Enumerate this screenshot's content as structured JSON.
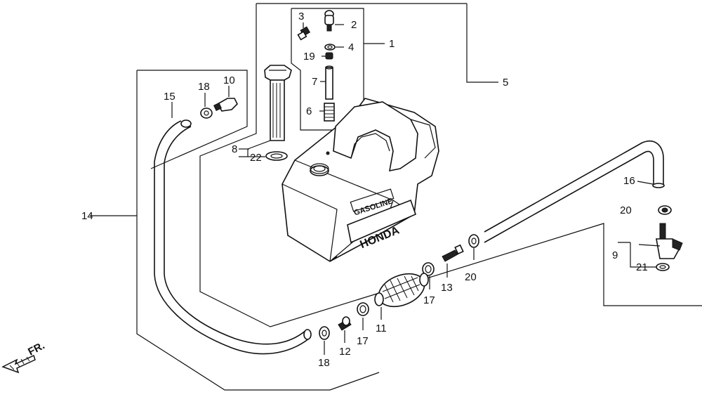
{
  "diagram": {
    "callouts": {
      "c1": "1",
      "c2": "2",
      "c3": "3",
      "c4": "4",
      "c5": "5",
      "c6": "6",
      "c7": "7",
      "c8": "8",
      "c9": "9",
      "c10": "10",
      "c11": "11",
      "c12": "12",
      "c13": "13",
      "c14": "14",
      "c15": "15",
      "c16": "16",
      "c17a": "17",
      "c17b": "17",
      "c18a": "18",
      "c18b": "18",
      "c19": "19",
      "c20a": "20",
      "c20b": "20",
      "c21": "21",
      "c22": "22"
    },
    "tank": {
      "gasoline": "GASOLINE",
      "honda": "HONDA"
    },
    "front_label": "FR."
  }
}
